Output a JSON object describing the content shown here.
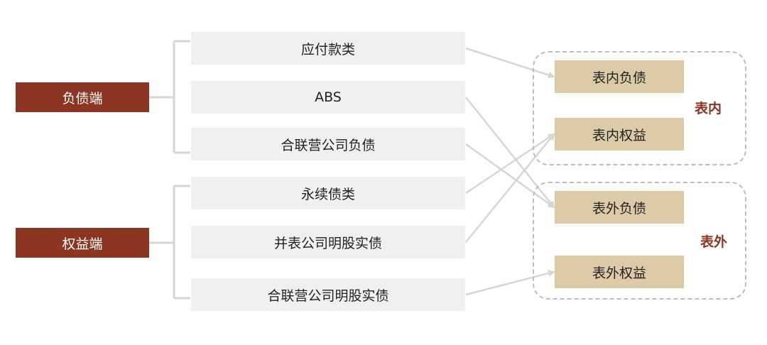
{
  "left": {
    "liability": "负债端",
    "equity": "权益端"
  },
  "middle": [
    "应付款类",
    "ABS",
    "合联营公司负债",
    "永续债类",
    "并表公司明股实债",
    "合联营公司明股实债"
  ],
  "right": [
    "表内负债",
    "表内权益",
    "表外负债",
    "表外权益"
  ],
  "groups": {
    "on_balance": "表内",
    "off_balance": "表外"
  },
  "mapping": [
    {
      "from": 0,
      "to": 0
    },
    {
      "from": 1,
      "to": 2
    },
    {
      "from": 2,
      "to": 2
    },
    {
      "from": 3,
      "to": 1
    },
    {
      "from": 4,
      "to": 1
    },
    {
      "from": 5,
      "to": 3
    }
  ],
  "colors": {
    "left_box": "#8b3522",
    "right_box": "#dccba6",
    "middle_box": "#f0f0f0",
    "arrow": "#d6d6d6",
    "frame": "#bdbdbd"
  }
}
